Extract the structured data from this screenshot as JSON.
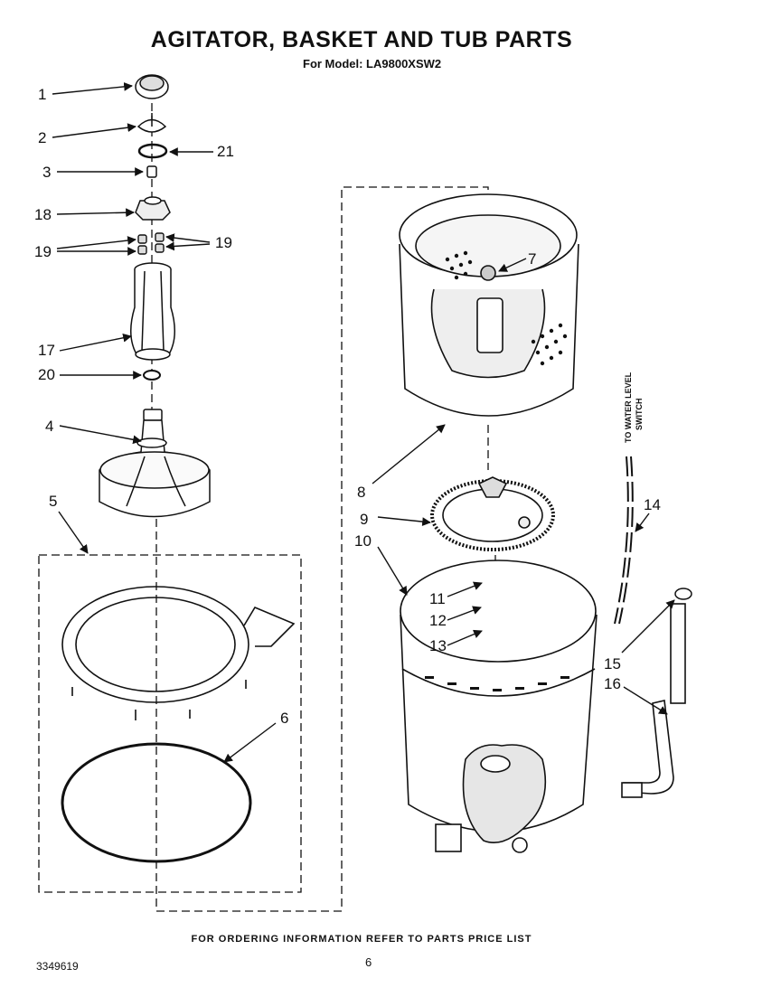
{
  "title": "AGITATOR, BASKET AND TUB PARTS",
  "subtitle": "For Model: LA9800XSW2",
  "footer": "FOR ORDERING INFORMATION REFER TO PARTS PRICE LIST",
  "doc_number": "3349619",
  "page_number": "6",
  "side_note": {
    "line1": "TO WATER LEVEL",
    "line2": "SWITCH"
  },
  "callouts": {
    "c1": "1",
    "c2": "2",
    "c21": "21",
    "c3": "3",
    "c18": "18",
    "c19a": "19",
    "c19b": "19",
    "c17": "17",
    "c20": "20",
    "c4": "4",
    "c5": "5",
    "c6": "6",
    "c7": "7",
    "c8": "8",
    "c9": "9",
    "c10": "10",
    "c11": "11",
    "c12": "12",
    "c13": "13",
    "c14": "14",
    "c15": "15",
    "c16": "16"
  }
}
